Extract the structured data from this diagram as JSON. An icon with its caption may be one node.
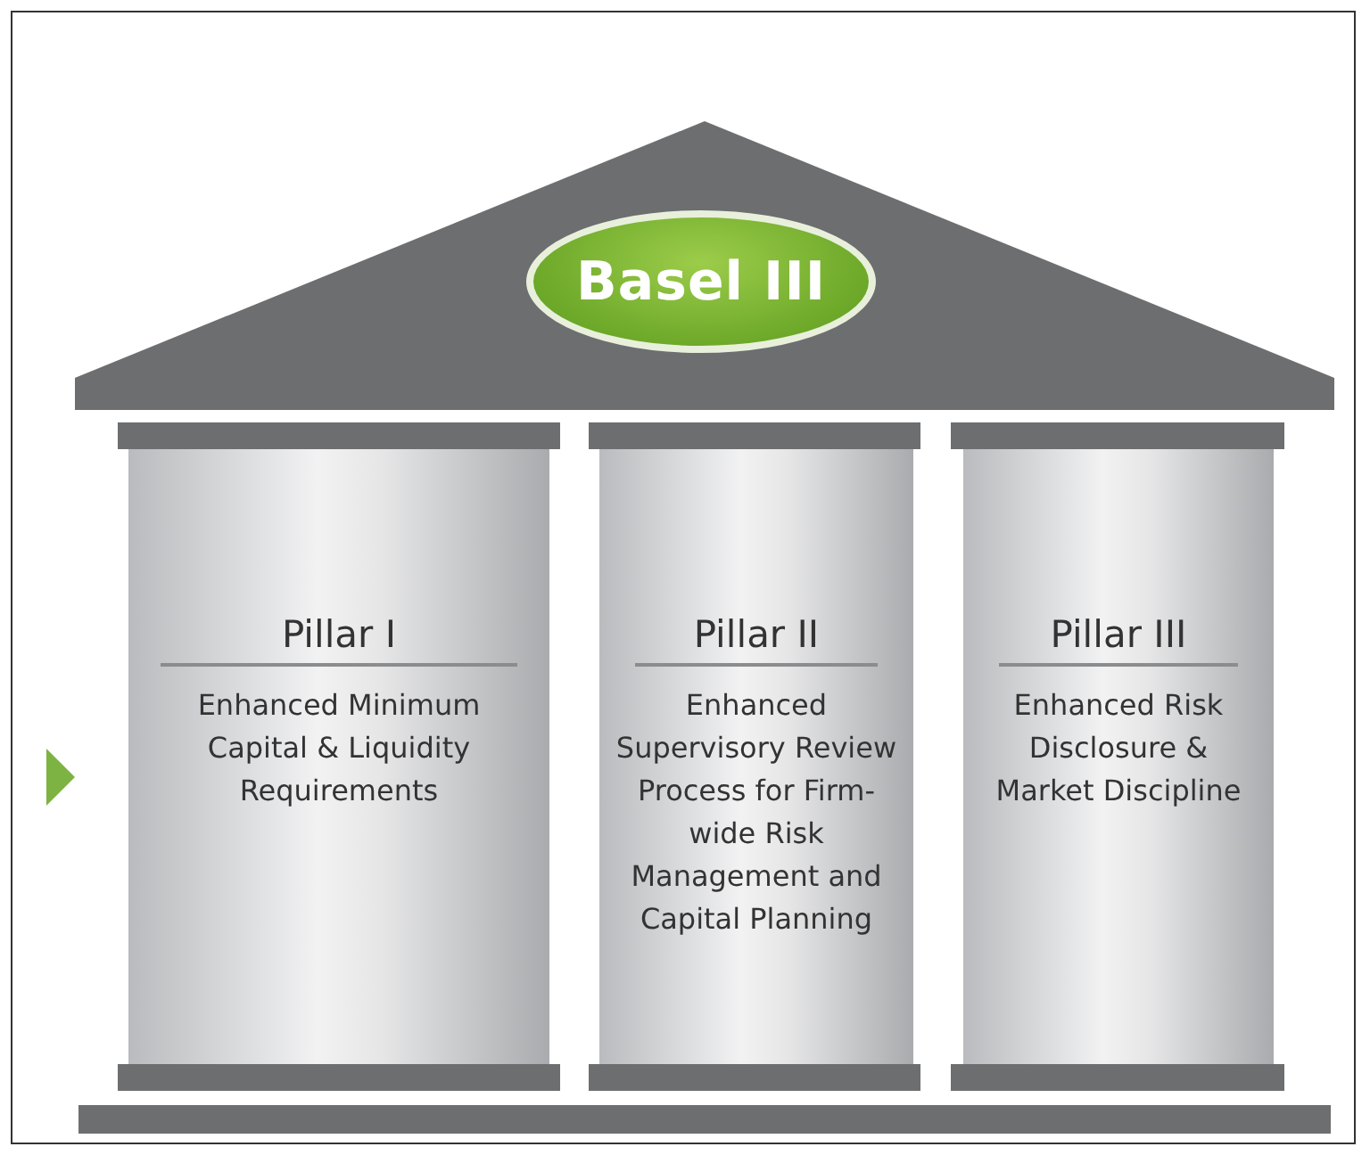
{
  "diagram": {
    "nodes": [
      {
        "text": [
          "Basel III"
        ]
      },
      {
        "text": [
          "Pillar I",
          "Enhanced Minimum Capital & Liquidity Requirements"
        ]
      },
      {
        "text": [
          "Pillar II",
          "Enhanced Supervisory Review Process for Firm-wide Risk Management and Capital Planning"
        ]
      },
      {
        "text": [
          "Pillar III",
          "Enhanced Risk Disclosure & Market Discipline"
        ]
      }
    ],
    "edges": []
  }
}
